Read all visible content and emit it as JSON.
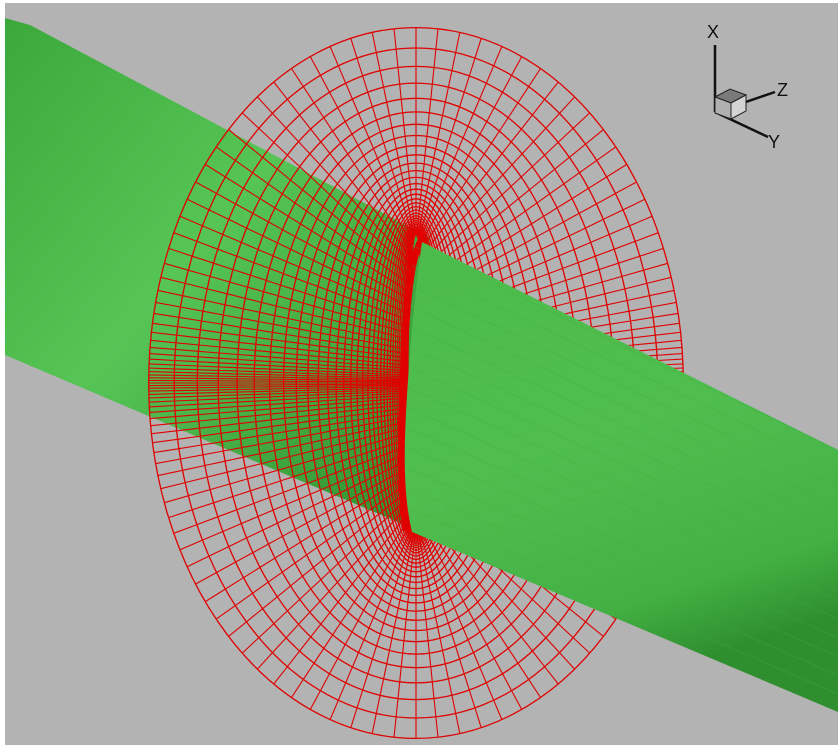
{
  "scene": {
    "description_visible": false,
    "colors": {
      "frame": "#ffffff",
      "background": "#b3b3b3",
      "mesh_lines": "#e00000",
      "surface_light": "#58c858",
      "surface_mid": "#48b848",
      "surface_dark": "#2f8f2f",
      "cube_top": "#7a7a7a",
      "cube_front": "#b0b0b0",
      "cube_side": "#d0d0d0",
      "axis_lines": "#111111"
    }
  },
  "axis_triad": {
    "x_label": "X",
    "y_label": "Y",
    "z_label": "Z"
  }
}
